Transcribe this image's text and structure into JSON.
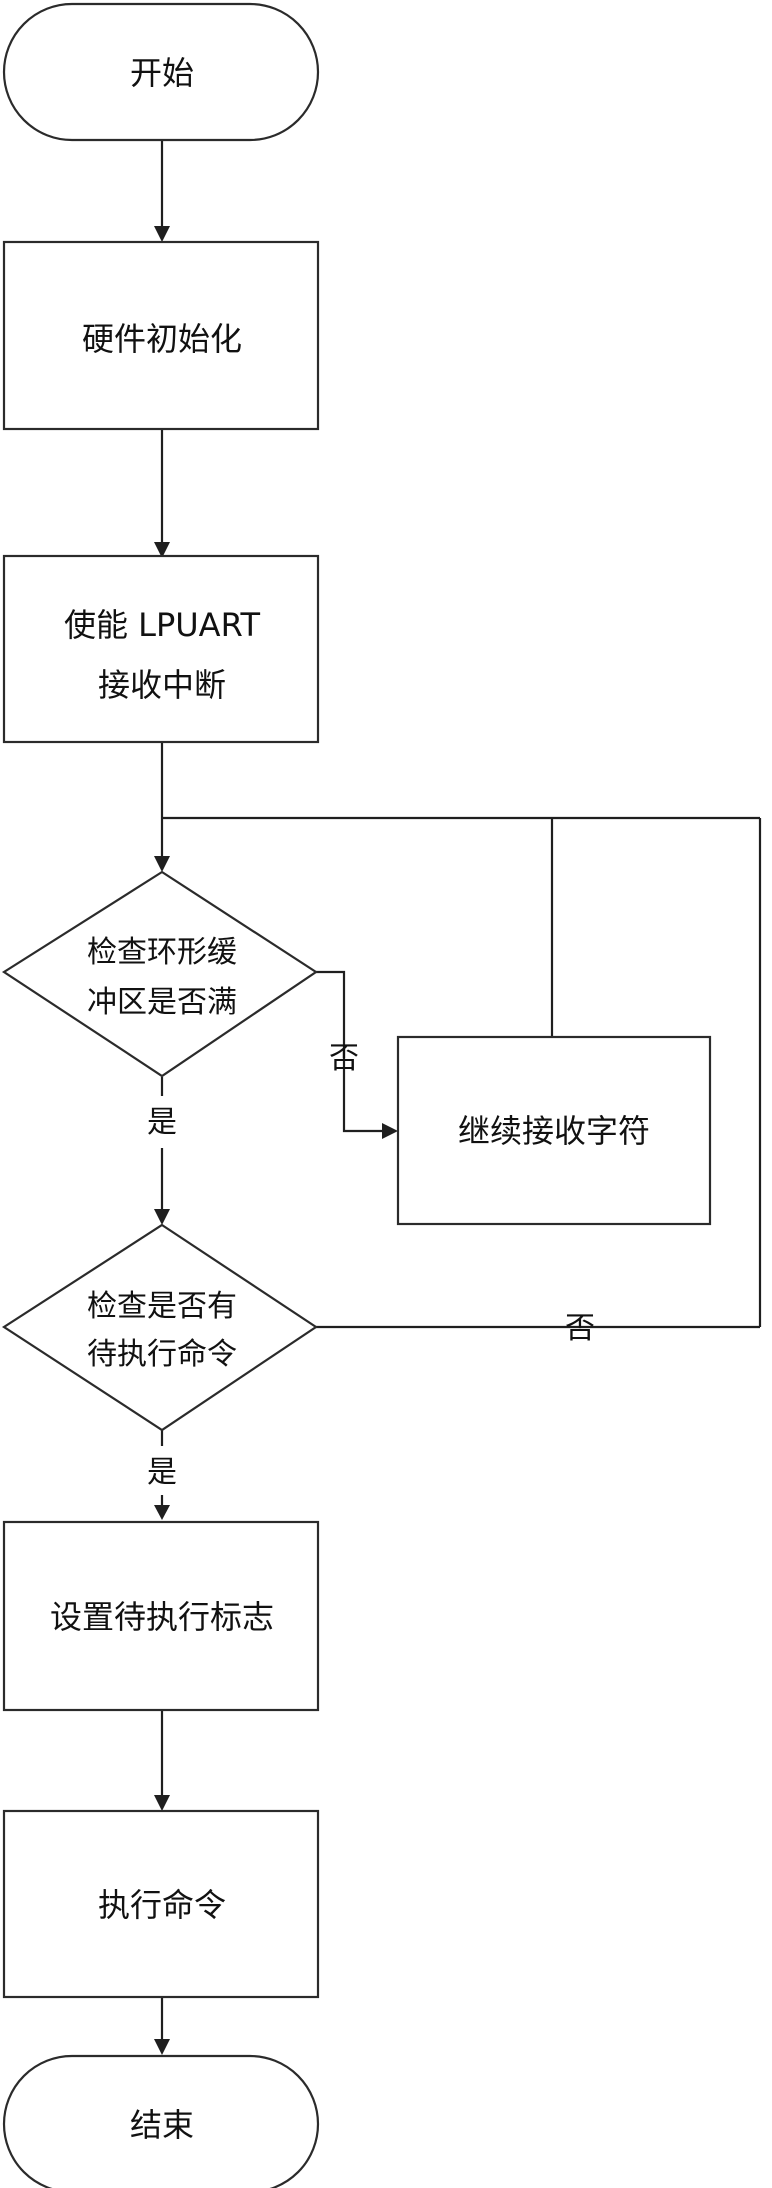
{
  "nodes": {
    "start": "开始",
    "init": "硬件初始化",
    "enable_line1": "使能 LPUART",
    "enable_line2": "接收中断",
    "check_buffer_line1": "检查环形缓",
    "check_buffer_line2": "冲区是否满",
    "continue_receive": "继续接收字符",
    "check_pending_line1": "检查是否有",
    "check_pending_line2": "待执行命令",
    "set_flag": "设置待执行标志",
    "execute": "执行命令",
    "end": "结束"
  },
  "edges": {
    "buffer_no": "否",
    "buffer_yes": "是",
    "pending_no": "否",
    "pending_yes": "是"
  }
}
